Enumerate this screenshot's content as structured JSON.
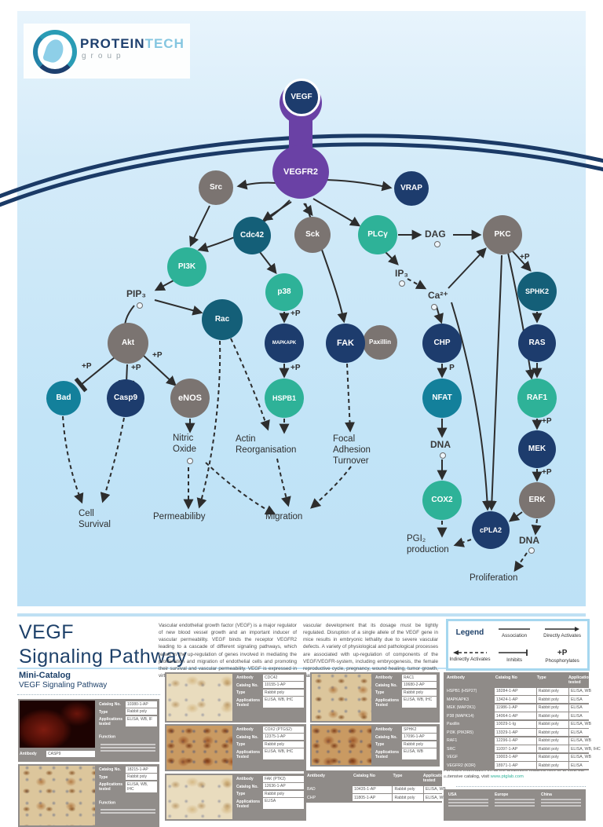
{
  "brand": {
    "name1": "PROTEIN",
    "name2": "TECH",
    "sub": "group"
  },
  "diagram": {
    "plus_p": "+P",
    "minus_p": "- P",
    "nodes": [
      {
        "label": "VEGF"
      },
      {
        "label": "VEGFR2"
      },
      {
        "label": "Src"
      },
      {
        "label": "VRAP"
      },
      {
        "label": "Cdc42"
      },
      {
        "label": "Sck"
      },
      {
        "label": "PLCγ"
      },
      {
        "label": "PKC"
      },
      {
        "label": "PI3K"
      },
      {
        "label": "p38"
      },
      {
        "label": "SPHK2"
      },
      {
        "label": "Rac"
      },
      {
        "label": "Akt"
      },
      {
        "label": "MAPKAPK"
      },
      {
        "label": "FAK"
      },
      {
        "label": "Paxillin"
      },
      {
        "label": "CHP"
      },
      {
        "label": "RAS"
      },
      {
        "label": "Bad"
      },
      {
        "label": "Casp9"
      },
      {
        "label": "eNOS"
      },
      {
        "label": "HSPB1"
      },
      {
        "label": "NFAT"
      },
      {
        "label": "RAF1"
      },
      {
        "label": "MEK"
      },
      {
        "label": "ERK"
      },
      {
        "label": "COX2"
      },
      {
        "label": "cPLA2"
      }
    ],
    "molecules": [
      {
        "label": "DAG"
      },
      {
        "label": "IP₃"
      },
      {
        "label": "Ca²⁺"
      },
      {
        "label": "PIP₃"
      },
      {
        "label": "DNA"
      },
      {
        "label": "DNA"
      }
    ],
    "outputs": [
      {
        "label": "Nitric\nOxide"
      },
      {
        "label": "Actin\nReorganisation"
      },
      {
        "label": "Focal\nAdhesion\nTurnover"
      },
      {
        "label": "Cell\nSurvival"
      },
      {
        "label": "Permeabiliby"
      },
      {
        "label": "Migration"
      },
      {
        "label": "PGI₂\nproduction"
      },
      {
        "label": "Proliferation"
      }
    ]
  },
  "info": {
    "title_line1": "VEGF",
    "title_line2": "Signaling Pathway",
    "para1": "Vascular endothelial growth factor (VEGF) is a major regulator of new blood vessel growth and an important inducer of vascular permeability. VEGF binds the receptor VEGFR2 leading to a cascade of different signaling pathways, which result in the up-regulation of genes involved in mediating the proliferation and migration of endothelial cells and promoting their survival and vascular permeability. VEGF is expressed in virtually all cells in the body and is such a potent regulator of",
    "para2": "vascular development that its dosage must be tightly regulated. Disruption of a single allele of the VEGF gene in mice results in embryonic lethality due to severe vascular defects. A variety of physiological and pathological processes are associated with up-regulation of components of the VEGF/VEGFR-system, including embryogenesis, the female reproductive cycle, pregnancy, wound healing, tumor growth, diabetic retinopathy and ischemic diseases."
  },
  "legend": {
    "title": "Legend",
    "association": "Association",
    "directly": "Directly Activates",
    "indirectly": "Indirectly Activates",
    "inhibits": "Inhibits",
    "plus_p": "+P",
    "phosphorylates": "Phosphorylates"
  },
  "catalog": {
    "heading": "Mini-Catalog",
    "subheading": "VEGF Signaling Pathway",
    "field_labels": {
      "antibody": "Antibody",
      "catalog_no": "Catalog No.",
      "type": "Type",
      "applications": "Applications tested",
      "applications2": "Applications Tested",
      "function": "Function"
    },
    "cards": [
      {
        "antibody": "CASP9",
        "catalog_no": "10380-1-AP",
        "type": "Rabbit poly",
        "applications": "ELISA, WB, IF"
      },
      {
        "antibody": "",
        "catalog_no": "18215-1-AP",
        "type": "Rabbit poly",
        "applications": "ELISA, WB, IHC"
      },
      {
        "antibody": "CDC42",
        "catalog_no": "10155-1-AP",
        "type": "Rabbit poly",
        "applications": "ELISA, WB, IHC"
      },
      {
        "antibody": "COX2 (PTGS2)",
        "catalog_no": "12375-1-AP",
        "type": "Rabbit poly",
        "applications": "ELISA, WB, IHC"
      },
      {
        "antibody": "FAK (PTK2)",
        "catalog_no": "12636-1-AP",
        "type": "Rabbit poly",
        "applications": "ELISA"
      },
      {
        "antibody": "RAC1",
        "catalog_no": "10680-2-AP",
        "type": "Rabbit poly",
        "applications": "ELISA, WB, IHC"
      },
      {
        "antibody": "SPHK2",
        "catalog_no": "17096-1-AP",
        "type": "Rabbit poly",
        "applications": "ELISA, WB"
      }
    ],
    "mini_table": {
      "headers": [
        "Antibody",
        "Catalog No",
        "Type",
        "Applications tested"
      ],
      "rows": [
        [
          "BAD",
          "10435-1-AP",
          "Rabbit poly",
          "ELISA, WB"
        ],
        [
          "CHP",
          "11805-1-AP",
          "Rabbit poly",
          "ELISA, WB"
        ]
      ]
    },
    "main_table": {
      "headers": [
        "Antibody",
        "Catalog No",
        "Type",
        "Applications tested"
      ],
      "rows": [
        [
          "HSPB1 (HSP27)",
          "18284-1-AP",
          "Rabbit poly",
          "ELISA, WB"
        ],
        [
          "MAPKAPK3",
          "13424-1-AP",
          "Rabbit poly",
          "ELISA"
        ],
        [
          "MEK (MAP2K1)",
          "11986-1-AP",
          "Rabbit poly",
          "ELISA"
        ],
        [
          "P38 (MAPK14)",
          "14064-1-AP",
          "Rabbit poly",
          "ELISA"
        ],
        [
          "Paxillin",
          "10029-1-Ig",
          "Rabbit poly",
          "ELISA, WB"
        ],
        [
          "PI3K (PIK3R5)",
          "13329-1-AP",
          "Rabbit poly",
          "ELISA"
        ],
        [
          "RAF1",
          "12296-1-AP",
          "Rabbit poly",
          "ELISA, WB"
        ],
        [
          "SRC",
          "11097-1-AP",
          "Rabbit poly",
          "ELISA, WB, IHC"
        ],
        [
          "VEGF",
          "19003-1-AP",
          "Rabbit poly",
          "ELISA, WB"
        ],
        [
          "VEGFR2 (KDR)",
          "18971-1-AP",
          "Rabbit poly",
          "ELISA"
        ]
      ]
    },
    "footer": {
      "text": "For more information on all the antibodies featured here or to view our extensive catalog, visit ",
      "link": "www.ptglab.com",
      "regions": [
        "USA",
        "Europe",
        "China"
      ]
    }
  }
}
